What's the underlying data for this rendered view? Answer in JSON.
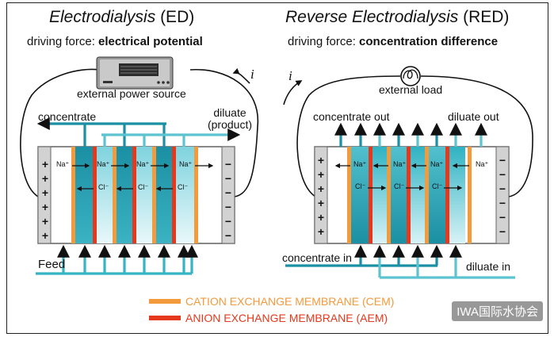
{
  "ed": {
    "title": "Electrodialysis",
    "title_tag": "(ED)",
    "driving_prefix": "driving force: ",
    "driving_bold": "electrical potential",
    "source_label": "external power source",
    "current_label": "i",
    "concentrate_label": "concentrate",
    "diluate_label_1": "diluate",
    "diluate_label_2": "(product)",
    "feed_label": "Feed",
    "na_label": "Na⁺",
    "cl_label": "Cl⁻"
  },
  "red": {
    "title": "Reverse Electrodialysis",
    "title_tag": "(RED)",
    "driving_prefix": "driving force: ",
    "driving_bold": "concentration difference",
    "load_label": "external load",
    "current_label": "i",
    "concentrate_out_label": "concentrate out",
    "diluate_out_label": "diluate out",
    "concentrate_in_label": "concentrate in",
    "diluate_in_label": "diluate in",
    "na_label": "Na⁺",
    "cl_label": "Cl⁻"
  },
  "electrode": {
    "plus": "+",
    "minus": "−"
  },
  "legend": {
    "cem": "CATION EXCHANGE MEMBRANE (CEM)",
    "aem": "ANION EXCHANGE MEMBRANE (AEM)"
  },
  "watermark": "IWA国际水协会",
  "colors": {
    "cem": "#f39a3d",
    "aem": "#e5381d",
    "teal_dark": "#1b8fa3",
    "teal_light": "#cfeef2",
    "pipe": "#35b5c4"
  }
}
